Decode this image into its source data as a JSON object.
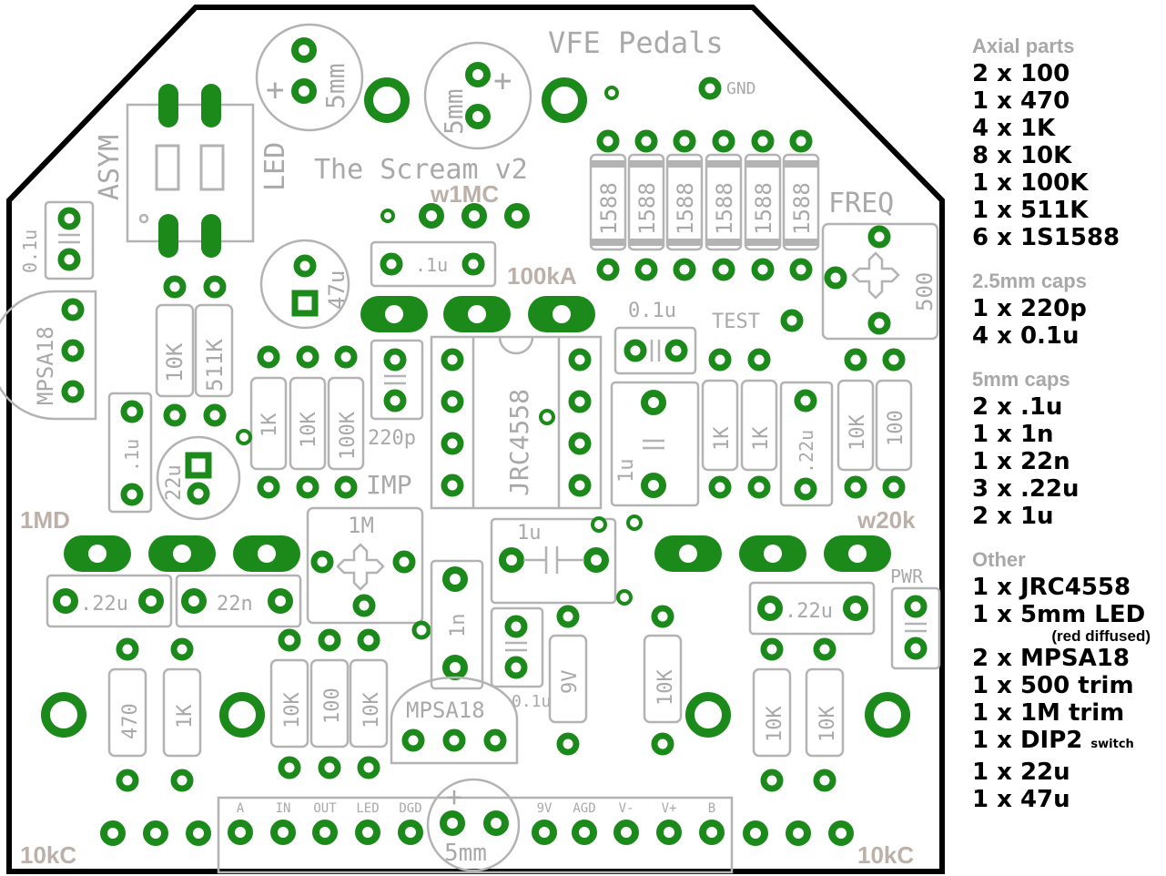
{
  "title": "VFE Pedals",
  "subtitle": "The Scream v2",
  "gnd": "GND",
  "labels": {
    "asym": "ASYM",
    "led": "LED",
    "freq": "FREQ",
    "test": "TEST",
    "imp": "IMP",
    "pwr": "PWR",
    "w1mc": "w1MC",
    "k100a": "100kA",
    "md1": "1MD",
    "w20k": "w20k",
    "kc_left": "10kC",
    "kc_right": "10kC",
    "trim500": "500",
    "trim1m": "1M",
    "mpsa_left": "MPSA18",
    "mpsa_bottom": "MPSA18",
    "ic": "JRC4558",
    "cap_5mm_a": "5mm",
    "cap_5mm_b": "5mm",
    "cap_5mm_c": "5mm",
    "cap_47u": "47u",
    "cap_22u": "22u",
    "c_01u_left": "0.1u",
    "c_1u_top": ".1u",
    "c_1u_side": ".1u",
    "c_220p": "220p",
    "c_01u_mid": "0.1u",
    "c_1u_big": "1u",
    "c_22u_right": ".22u",
    "c_1u_hor": "1u",
    "c_22u_bl": ".22u",
    "c_22n": "22n",
    "c_22u_br": ".22u",
    "c_1n": "1n",
    "c_01u_bot": "0.1u",
    "r_10k_a": "10K",
    "r_511k": "511K",
    "r_1k_a": "1K",
    "r_10k_b": "10K",
    "r_100k": "100K",
    "r_1k_b": "1K",
    "r_1k_c": "1K",
    "r_10k_c": "10K",
    "r_100_a": "100",
    "r_470": "470",
    "r_1k_d": "1K",
    "r_10k_d": "10K",
    "r_100_b": "100",
    "r_10k_e": "10K",
    "r_9v": "9V",
    "r_10k_f": "10K",
    "r_10k_g": "10K",
    "r_10k_h": "10K",
    "diode": "1588"
  },
  "terminals": [
    "A",
    "IN",
    "OUT",
    "LED",
    "DGD",
    "9V",
    "AGD",
    "V-",
    "V+",
    "B"
  ],
  "bom": [
    {
      "heading": "Axial parts",
      "items": [
        "2 x 100",
        "1 x 470",
        "4 x 1K",
        "8 x 10K",
        "1 x 100K",
        "1 x 511K",
        "6 x 1S1588"
      ]
    },
    {
      "heading": "2.5mm caps",
      "items": [
        "1 x 220p",
        "4 x 0.1u"
      ]
    },
    {
      "heading": "5mm caps",
      "items": [
        "2 x .1u",
        "1 x 1n",
        "1 x 22n",
        "3 x .22u",
        "2 x 1u"
      ]
    },
    {
      "heading": "Other",
      "items": [
        "1 x JRC4558",
        "1 x 5mm LED"
      ],
      "note": "(red diffused)",
      "items2": [
        "2 x MPSA18",
        "1 x 500 trim",
        "1 x 1M trim"
      ],
      "dip": "1 x DIP2",
      "dip_note": "switch",
      "items3": [
        "1 x 22u",
        "1 x 47u"
      ]
    }
  ],
  "colors": {
    "copper": "#1b8a1b",
    "silkscreen": "#b3b3b3",
    "outline": "#000000",
    "label": "#bdb0a8"
  }
}
